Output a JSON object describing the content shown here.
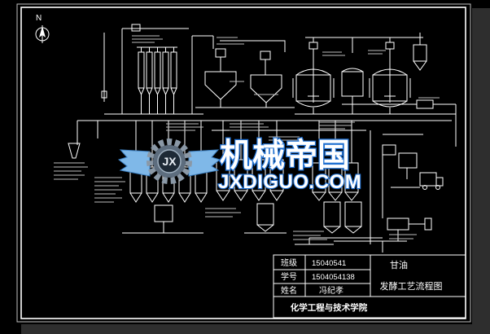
{
  "compass": {
    "label": "N"
  },
  "watermark": {
    "logo_text": "JX",
    "brand": "机械帝国",
    "site": "JXDIGUO.COM"
  },
  "title_block": {
    "rows": [
      {
        "label": "班级",
        "value": "15040541"
      },
      {
        "label": "学号",
        "value": "1504054138"
      },
      {
        "label": "姓名",
        "value": "冯纪孝"
      }
    ],
    "title_line1": "甘油",
    "title_line2": "发酵工艺流程图",
    "school": "化学工程与技术学院"
  },
  "colors": {
    "background": "#000000",
    "linework": "#ffffff",
    "watermark_blue": "#1f6fd0",
    "watermark_wing": "#7fb8e8"
  }
}
